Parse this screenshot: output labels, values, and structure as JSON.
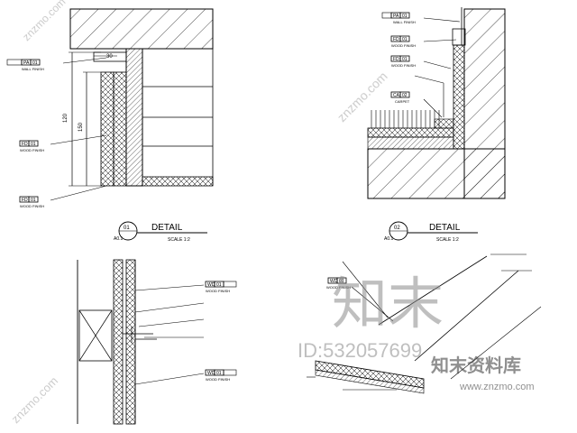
{
  "tags": {
    "wall_finish": {
      "code_a": "PA",
      "code_b": "01",
      "caption": "WALL FINISH"
    },
    "wood_finish": {
      "code_a": "FD",
      "code_b": "01",
      "caption": "WOOD FINISH"
    },
    "carpet": {
      "code_a": "CA",
      "code_b": "02",
      "caption": "CARPET"
    },
    "wood_finish_b": {
      "code_a": "WD",
      "code_b": "01",
      "caption": "WOOD FINISH"
    }
  },
  "dims": {
    "d1": "30",
    "d2": "120",
    "d3": "150"
  },
  "details": [
    {
      "number": "01",
      "title": "DETAIL",
      "ref": "A0.1",
      "scale": "SCALE 1:2"
    },
    {
      "number": "02",
      "title": "DETAIL",
      "ref": "A0.1",
      "scale": "SCALE 1:2"
    }
  ],
  "watermark": {
    "logo": "知末",
    "id": "ID:532057699",
    "brand": "知末资料库",
    "url": "www.znzmo.com",
    "side": "znzmo.com"
  },
  "colors": {
    "line": "#000000",
    "watermark": "#9a9a9a"
  }
}
